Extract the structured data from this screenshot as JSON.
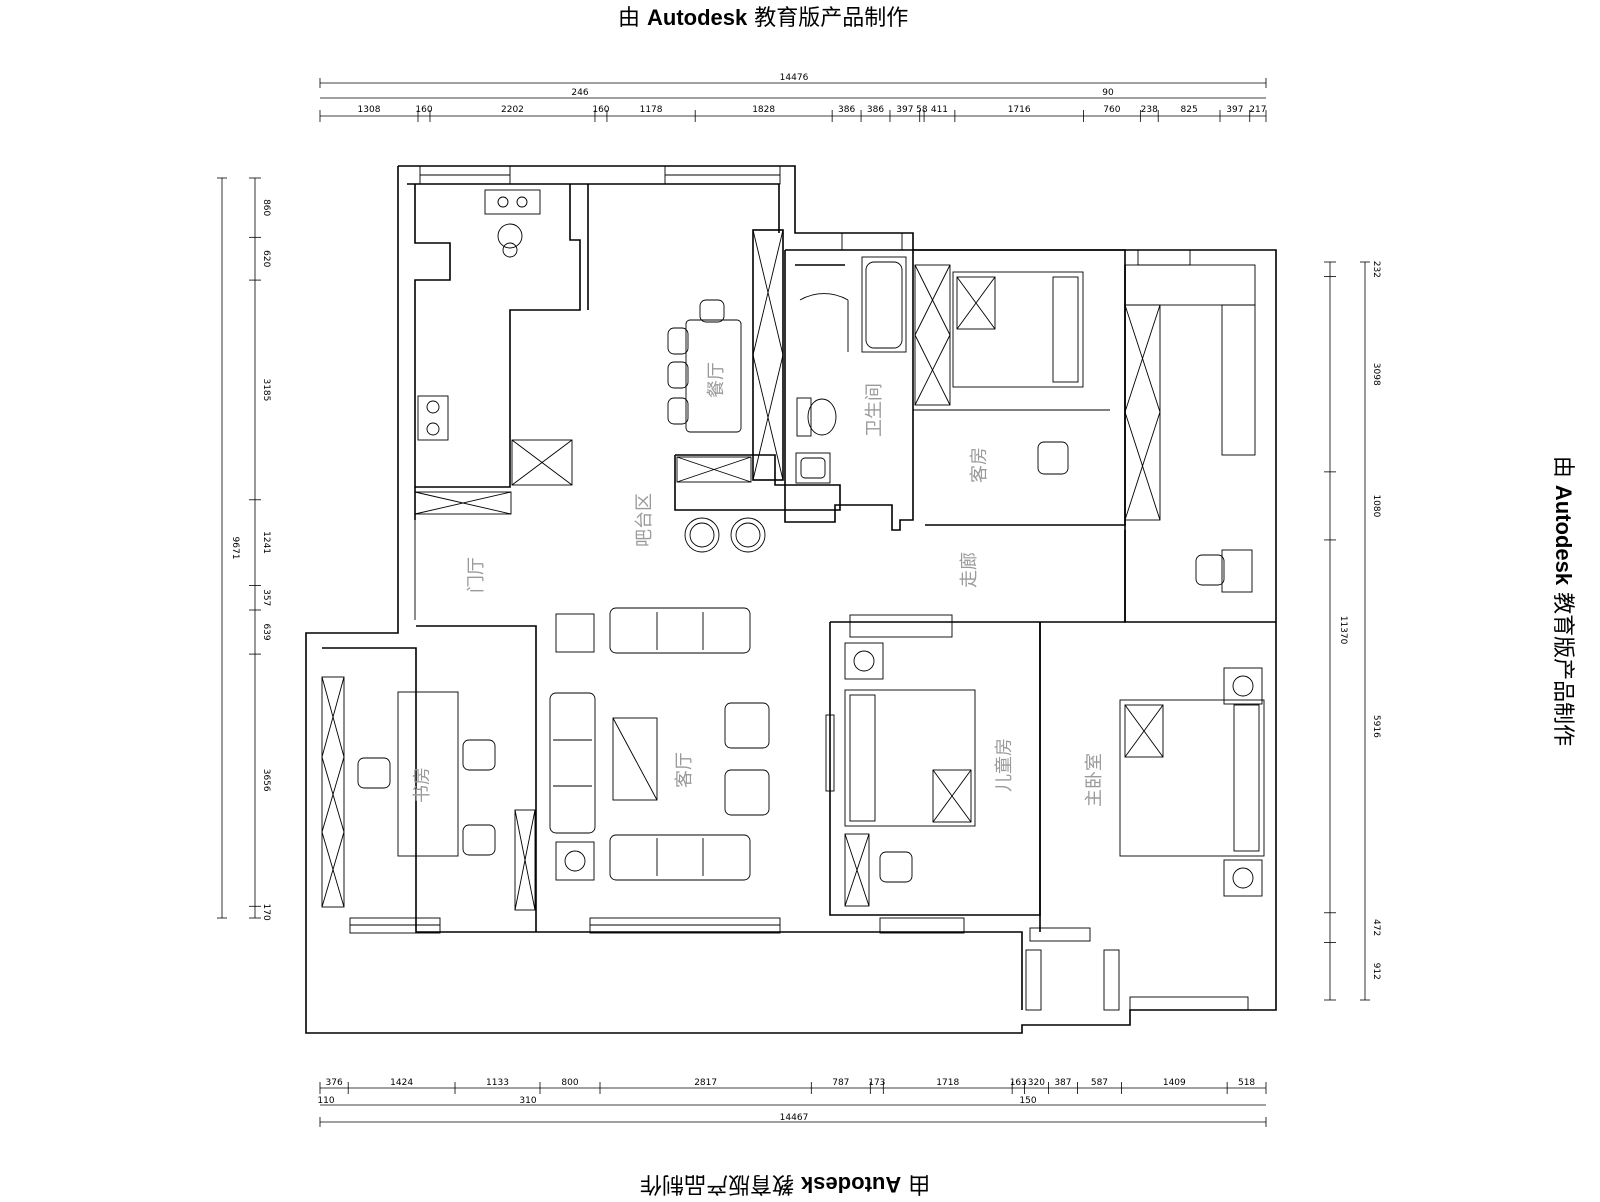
{
  "watermark": {
    "prefix": "由",
    "brand": "Autodesk",
    "suffix": "教育版产品制作"
  },
  "rooms": {
    "dining": "餐厅",
    "bar": "吧台区",
    "bathroom": "卫生间",
    "guest_room": "客房",
    "corridor": "走廊",
    "foyer": "门厅",
    "study": "书房",
    "living": "客厅",
    "kids_room": "儿童房",
    "master_bedroom": "主卧室"
  },
  "dimensions": {
    "top_total": "14476",
    "top_upper": [
      "246",
      "90"
    ],
    "top_segments": [
      "1308",
      "160",
      "2202",
      "160",
      "1178",
      "1828",
      "386",
      "386",
      "397",
      "58",
      "411",
      "1716",
      "760",
      "238",
      "825",
      "397",
      "217"
    ],
    "bottom_total": "14467",
    "bottom_segments": [
      "376",
      "1424",
      "1133",
      "800",
      "2817",
      "787",
      "173",
      "1718",
      "163",
      "320",
      "387",
      "587",
      "1409",
      "518"
    ],
    "bottom_lower": [
      "110",
      "310",
      "150"
    ],
    "left_total": "9671",
    "left_segments": [
      "860",
      "620",
      "3185",
      "1241",
      "357",
      "639",
      "3656",
      "170"
    ],
    "right_total": "11370",
    "right_segments": [
      "232",
      "3098",
      "1080",
      "5916",
      "472",
      "912"
    ]
  },
  "colors": {
    "line": "#000000",
    "room_label": "#9a9a9a",
    "background": "#ffffff"
  }
}
